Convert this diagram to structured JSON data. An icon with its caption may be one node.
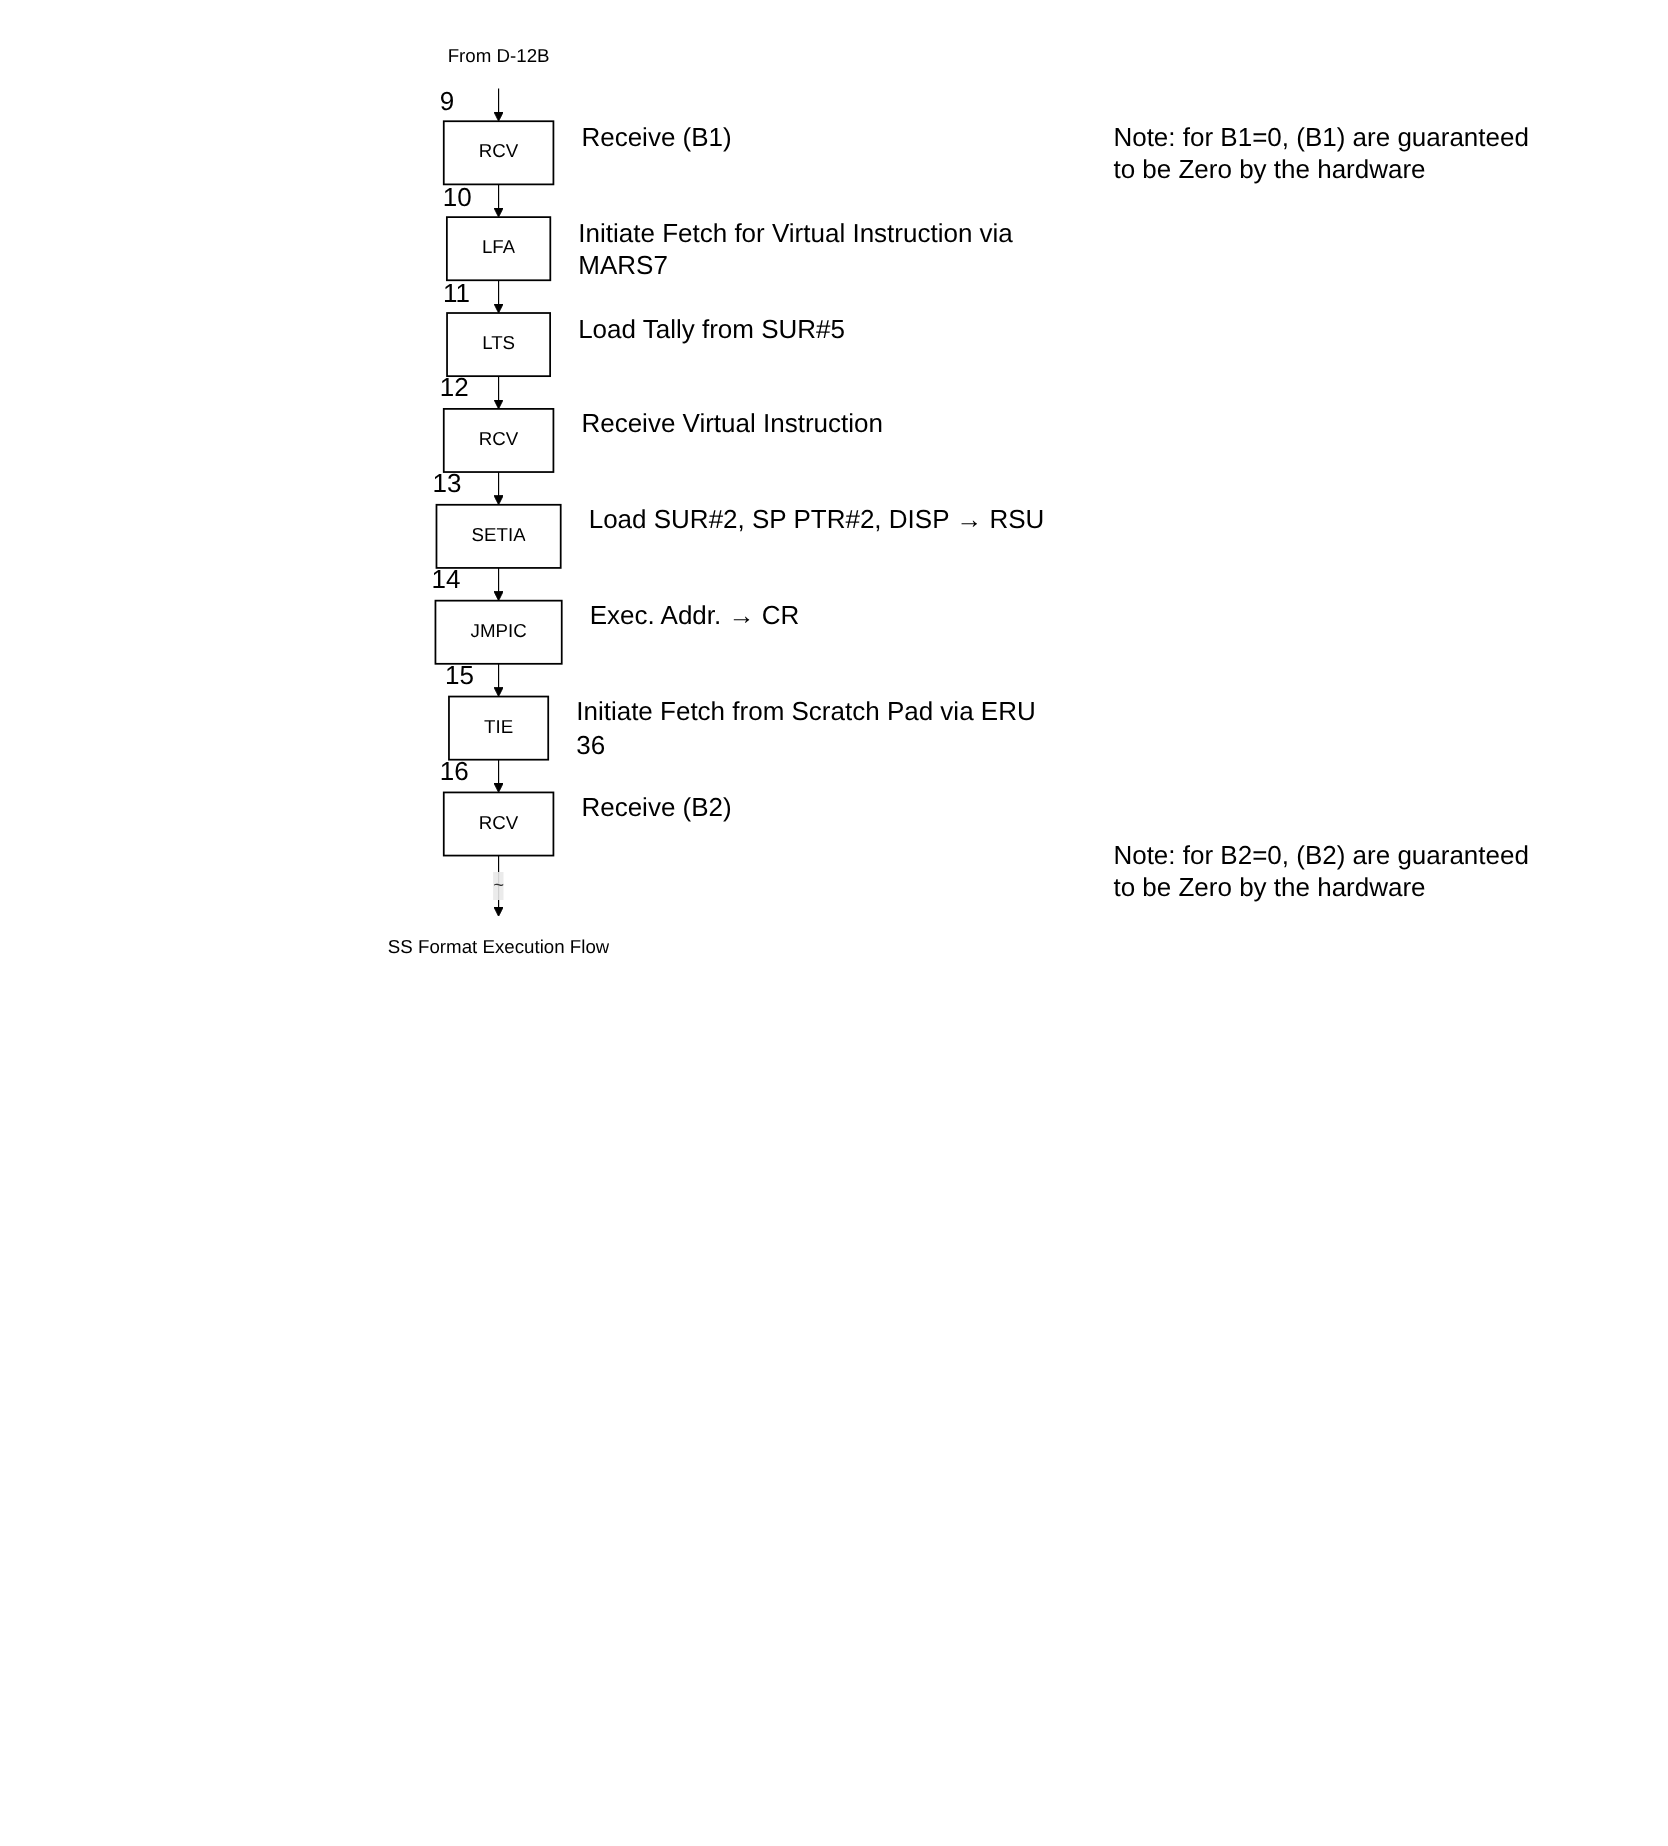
{
  "diagram": {
    "nodes": [
      {
        "text": [
          "From D-12B"
        ]
      },
      {
        "text": [
          "RCV"
        ],
        "beside": [
          "9",
          "Receive (B1)"
        ]
      },
      {
        "text": [
          "LFA"
        ],
        "beside": [
          "10",
          "Initiate Fetch for Virtual Instruction via MARS7"
        ]
      },
      {
        "text": [
          "LTS"
        ],
        "beside": [
          "11",
          "Load Tally from SUR#5"
        ]
      },
      {
        "text": [
          "RCV"
        ],
        "beside": [
          "12",
          "Receive Virtual Instruction"
        ]
      },
      {
        "text": [
          "SETIA"
        ],
        "beside": [
          "13",
          "Load SUR#2, SP PTR#2, DISP → RSU"
        ]
      },
      {
        "text": [
          "JMPIC"
        ],
        "beside": [
          "14",
          "Exec. Addr. → CR"
        ]
      },
      {
        "text": [
          "TIE"
        ],
        "beside": [
          "15",
          "Initiate Fetch from Scratch Pad via ERU 36"
        ]
      },
      {
        "text": [
          "RCV"
        ],
        "beside": [
          "16",
          "Receive (B2)"
        ]
      },
      {
        "text": [
          "SS Format Execution Flow"
        ]
      }
    ],
    "edges": [
      {
        "from": 0,
        "to": 1,
        "arrow": "to"
      },
      {
        "from": 1,
        "to": 2,
        "arrow": "to"
      },
      {
        "from": 2,
        "to": 3,
        "arrow": "to"
      },
      {
        "from": 3,
        "to": 4,
        "arrow": "to"
      },
      {
        "from": 4,
        "to": 5,
        "arrow": "to"
      },
      {
        "from": 5,
        "to": 6,
        "arrow": "to"
      },
      {
        "from": 6,
        "to": 7,
        "arrow": "to"
      },
      {
        "from": 7,
        "to": 8,
        "arrow": "to"
      },
      {
        "from": 8,
        "to": 9,
        "arrow": "to",
        "label": "~"
      }
    ],
    "labels": [
      "Note: for B1=0, (B1) are guaranteed to be Zero by the hardware",
      "Note: for B2=0, (B2) are guaranteed to be Zero by the hardware"
    ]
  }
}
